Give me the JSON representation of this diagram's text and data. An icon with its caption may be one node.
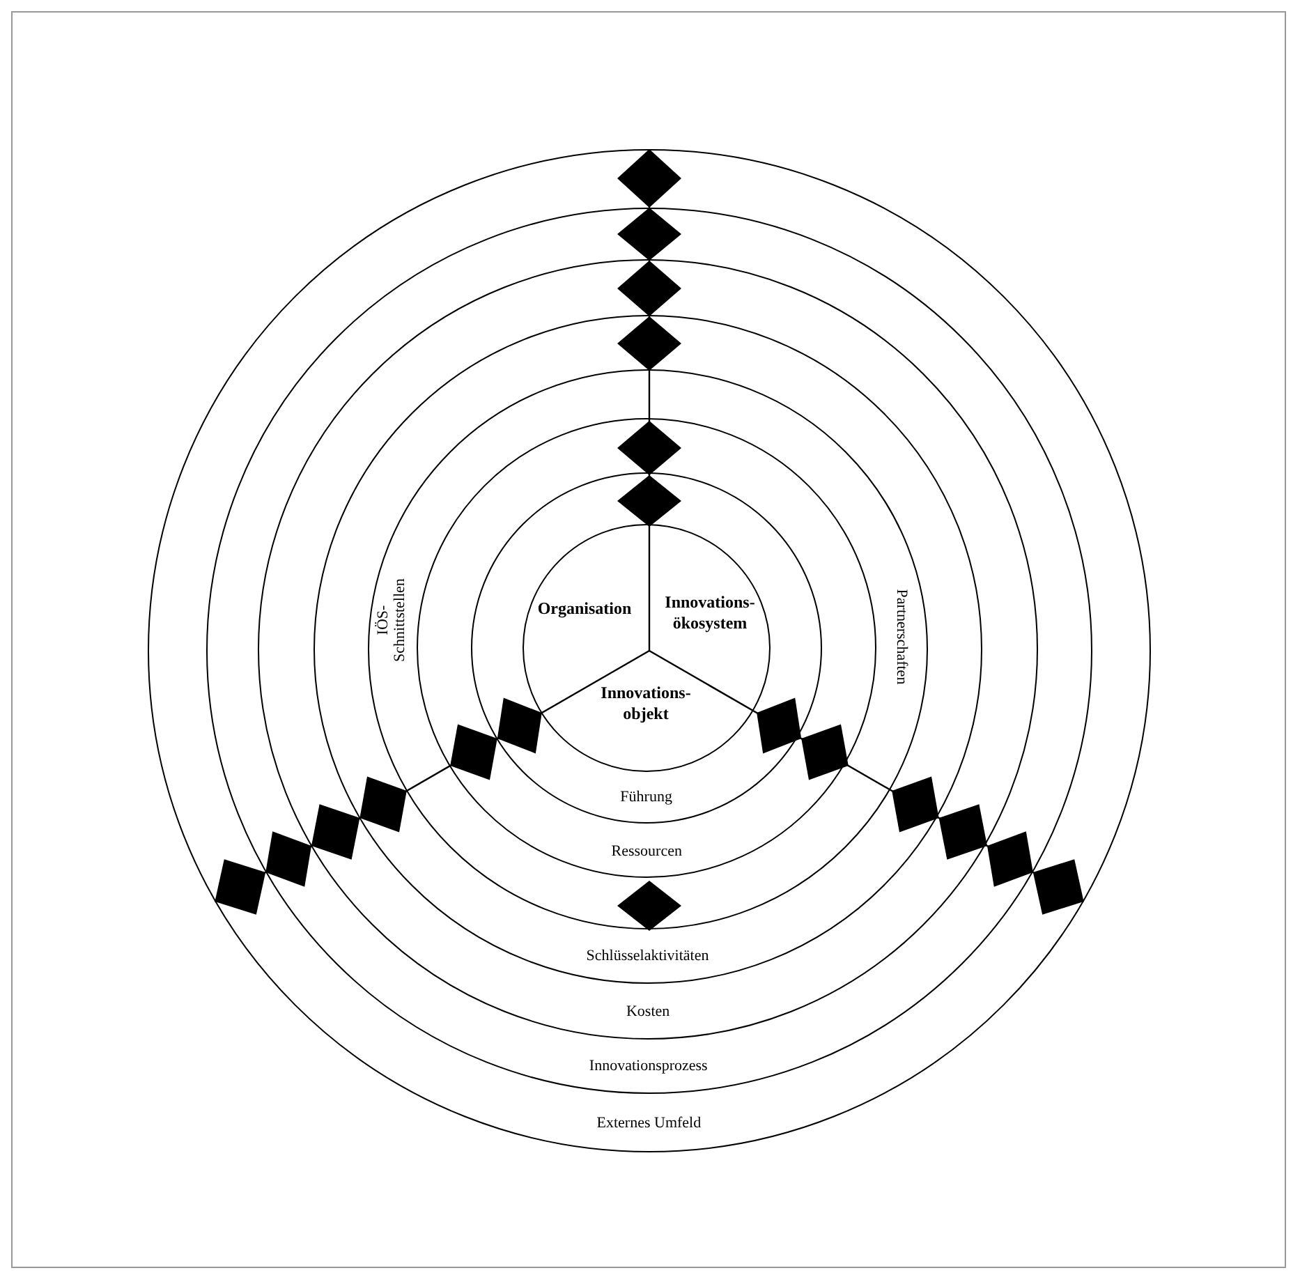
{
  "diagram": {
    "nodes": [
      {
        "text": [
          "Externes Umfeld"
        ]
      },
      {
        "text": [
          "Innovationsprozess"
        ],
        "in": 0
      },
      {
        "text": [
          "Kosten"
        ],
        "in": 1
      },
      {
        "text": [
          "Schlüsselaktivitäten"
        ],
        "in": 2
      },
      {
        "text": [
          "IÖS-Schnittstellen",
          "Partnerschaften"
        ],
        "in": 3
      },
      {
        "text": [
          "Ressourcen"
        ],
        "in": 4
      },
      {
        "text": [
          "Führung"
        ],
        "in": 5
      },
      {
        "text": [],
        "shape": "circle",
        "in": 6
      },
      {
        "text": [
          "Organisation"
        ],
        "in": 7
      },
      {
        "text": [
          "Innovations-ökosystem"
        ],
        "in": 7
      },
      {
        "text": [
          "Innovations-objekt"
        ],
        "in": 7
      }
    ]
  }
}
